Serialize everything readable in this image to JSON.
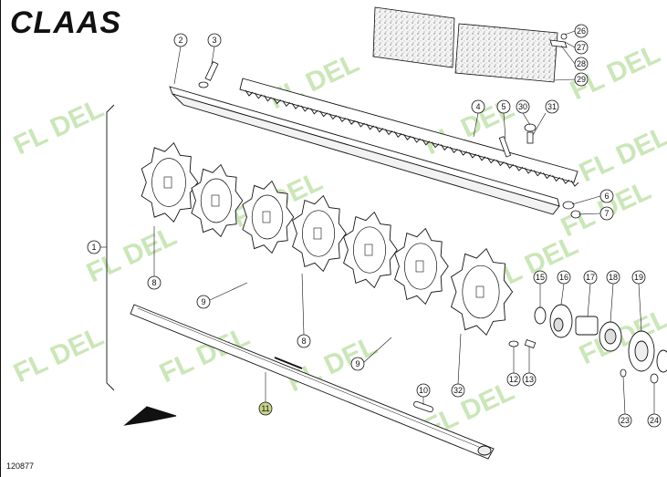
{
  "brand": {
    "logo_text": "CLAAS"
  },
  "drawing_number": "120877",
  "watermark_text": "FL DEL",
  "colors": {
    "line": "#111111",
    "watermark": "#b9dfa0",
    "highlight": "#c8d58a"
  },
  "callouts": [
    {
      "id": "c1",
      "label": "1"
    },
    {
      "id": "c2",
      "label": "2"
    },
    {
      "id": "c3",
      "label": "3"
    },
    {
      "id": "c4",
      "label": "4"
    },
    {
      "id": "c5",
      "label": "5"
    },
    {
      "id": "c6",
      "label": "6"
    },
    {
      "id": "c7",
      "label": "7"
    },
    {
      "id": "c8a",
      "label": "8"
    },
    {
      "id": "c8b",
      "label": "8"
    },
    {
      "id": "c9a",
      "label": "9"
    },
    {
      "id": "c9b",
      "label": "9"
    },
    {
      "id": "c10",
      "label": "10"
    },
    {
      "id": "c11",
      "label": "11",
      "highlight": true
    },
    {
      "id": "c12",
      "label": "12"
    },
    {
      "id": "c13",
      "label": "13"
    },
    {
      "id": "c15",
      "label": "15"
    },
    {
      "id": "c16",
      "label": "16"
    },
    {
      "id": "c17",
      "label": "17"
    },
    {
      "id": "c18",
      "label": "18"
    },
    {
      "id": "c19",
      "label": "19"
    },
    {
      "id": "c23",
      "label": "23"
    },
    {
      "id": "c24",
      "label": "24"
    },
    {
      "id": "c26",
      "label": "26"
    },
    {
      "id": "c27",
      "label": "27"
    },
    {
      "id": "c28",
      "label": "28"
    },
    {
      "id": "c29",
      "label": "29"
    },
    {
      "id": "c30",
      "label": "30"
    },
    {
      "id": "c31",
      "label": "31"
    },
    {
      "id": "c32",
      "label": "32"
    }
  ]
}
